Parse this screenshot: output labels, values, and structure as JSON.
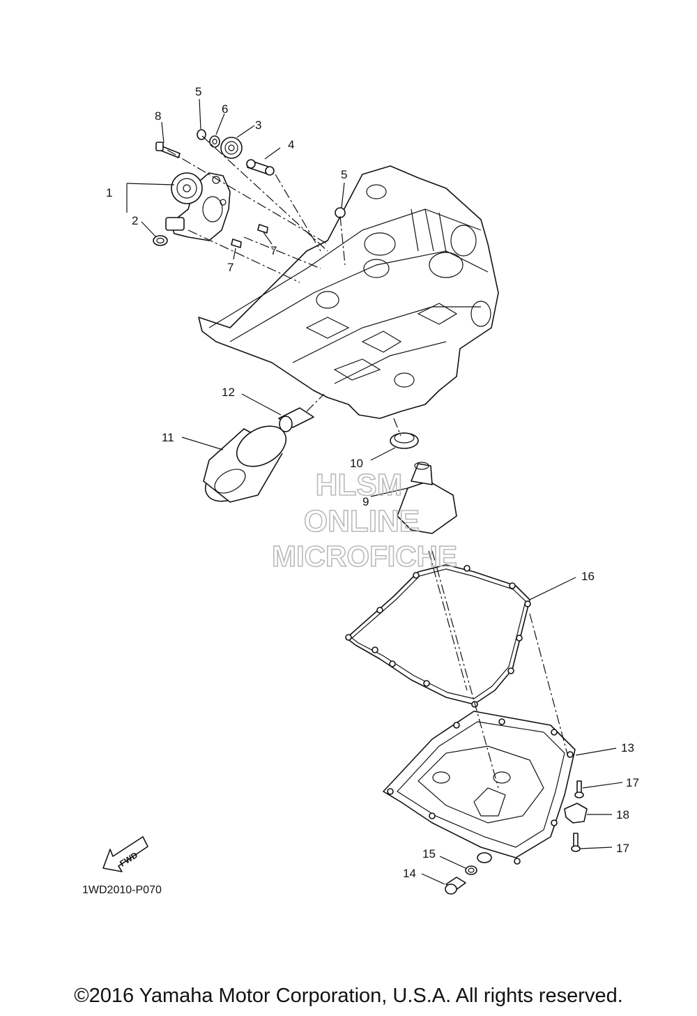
{
  "callouts": {
    "c1": "1",
    "c2": "2",
    "c3": "3",
    "c4": "4",
    "c5a": "5",
    "c5b": "5",
    "c6": "6",
    "c7a": "7",
    "c7b": "7",
    "c8": "8",
    "c9": "9",
    "c10": "10",
    "c11": "11",
    "c12": "12",
    "c13": "13",
    "c14": "14",
    "c15": "15",
    "c16": "16",
    "c17a": "17",
    "c17b": "17",
    "c18": "18"
  },
  "fwd_label": "FWD",
  "diagram_code": "1WD2010-P070",
  "watermark": {
    "line1": "HLSM",
    "line2": "ONLINE",
    "line3": "MICROFICHE"
  },
  "copyright": "©2016 Yamaha Motor Corporation, U.S.A. All rights reserved."
}
